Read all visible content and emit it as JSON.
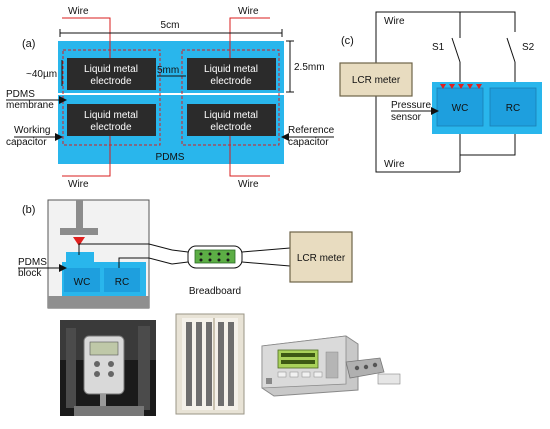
{
  "panel_a": {
    "label": "(a)",
    "width_dim": "5cm",
    "height_dim": "2.5mm",
    "thickness": "~40µm",
    "gap": "5mm",
    "wire_top_left": "Wire",
    "wire_top_right": "Wire",
    "wire_bottom_left": "Wire",
    "wire_bottom_right": "Wire",
    "pdms_membrane_1": "PDMS",
    "pdms_membrane_2": "membrane",
    "working_1": "Working",
    "working_2": "capacitor",
    "reference_1": "Reference",
    "reference_2": "capacitor",
    "pdms": "PDMS",
    "electrode_1": "Liquid metal",
    "electrode_2": "electrode"
  },
  "panel_b": {
    "label": "(b)",
    "pdms_block_1": "PDMS",
    "pdms_block_2": "block",
    "wc": "WC",
    "rc": "RC",
    "breadboard": "Breadboard",
    "lcr": "LCR meter"
  },
  "panel_c": {
    "label": "(c)",
    "wire_top": "Wire",
    "wire_bottom": "Wire",
    "lcr": "LCR meter",
    "s1": "S1",
    "s2": "S2",
    "pressure_1": "Pressure",
    "pressure_2": "sensor",
    "wc": "WC",
    "rc": "RC"
  },
  "colors": {
    "pdms_blue": "#29b6ec",
    "chip_blue": "#1e9fde",
    "electrode": "#2b2b2b",
    "wire_red": "#d81e1e",
    "lcr_fill": "#e8dcc0",
    "lcr_border": "#6e6348"
  }
}
